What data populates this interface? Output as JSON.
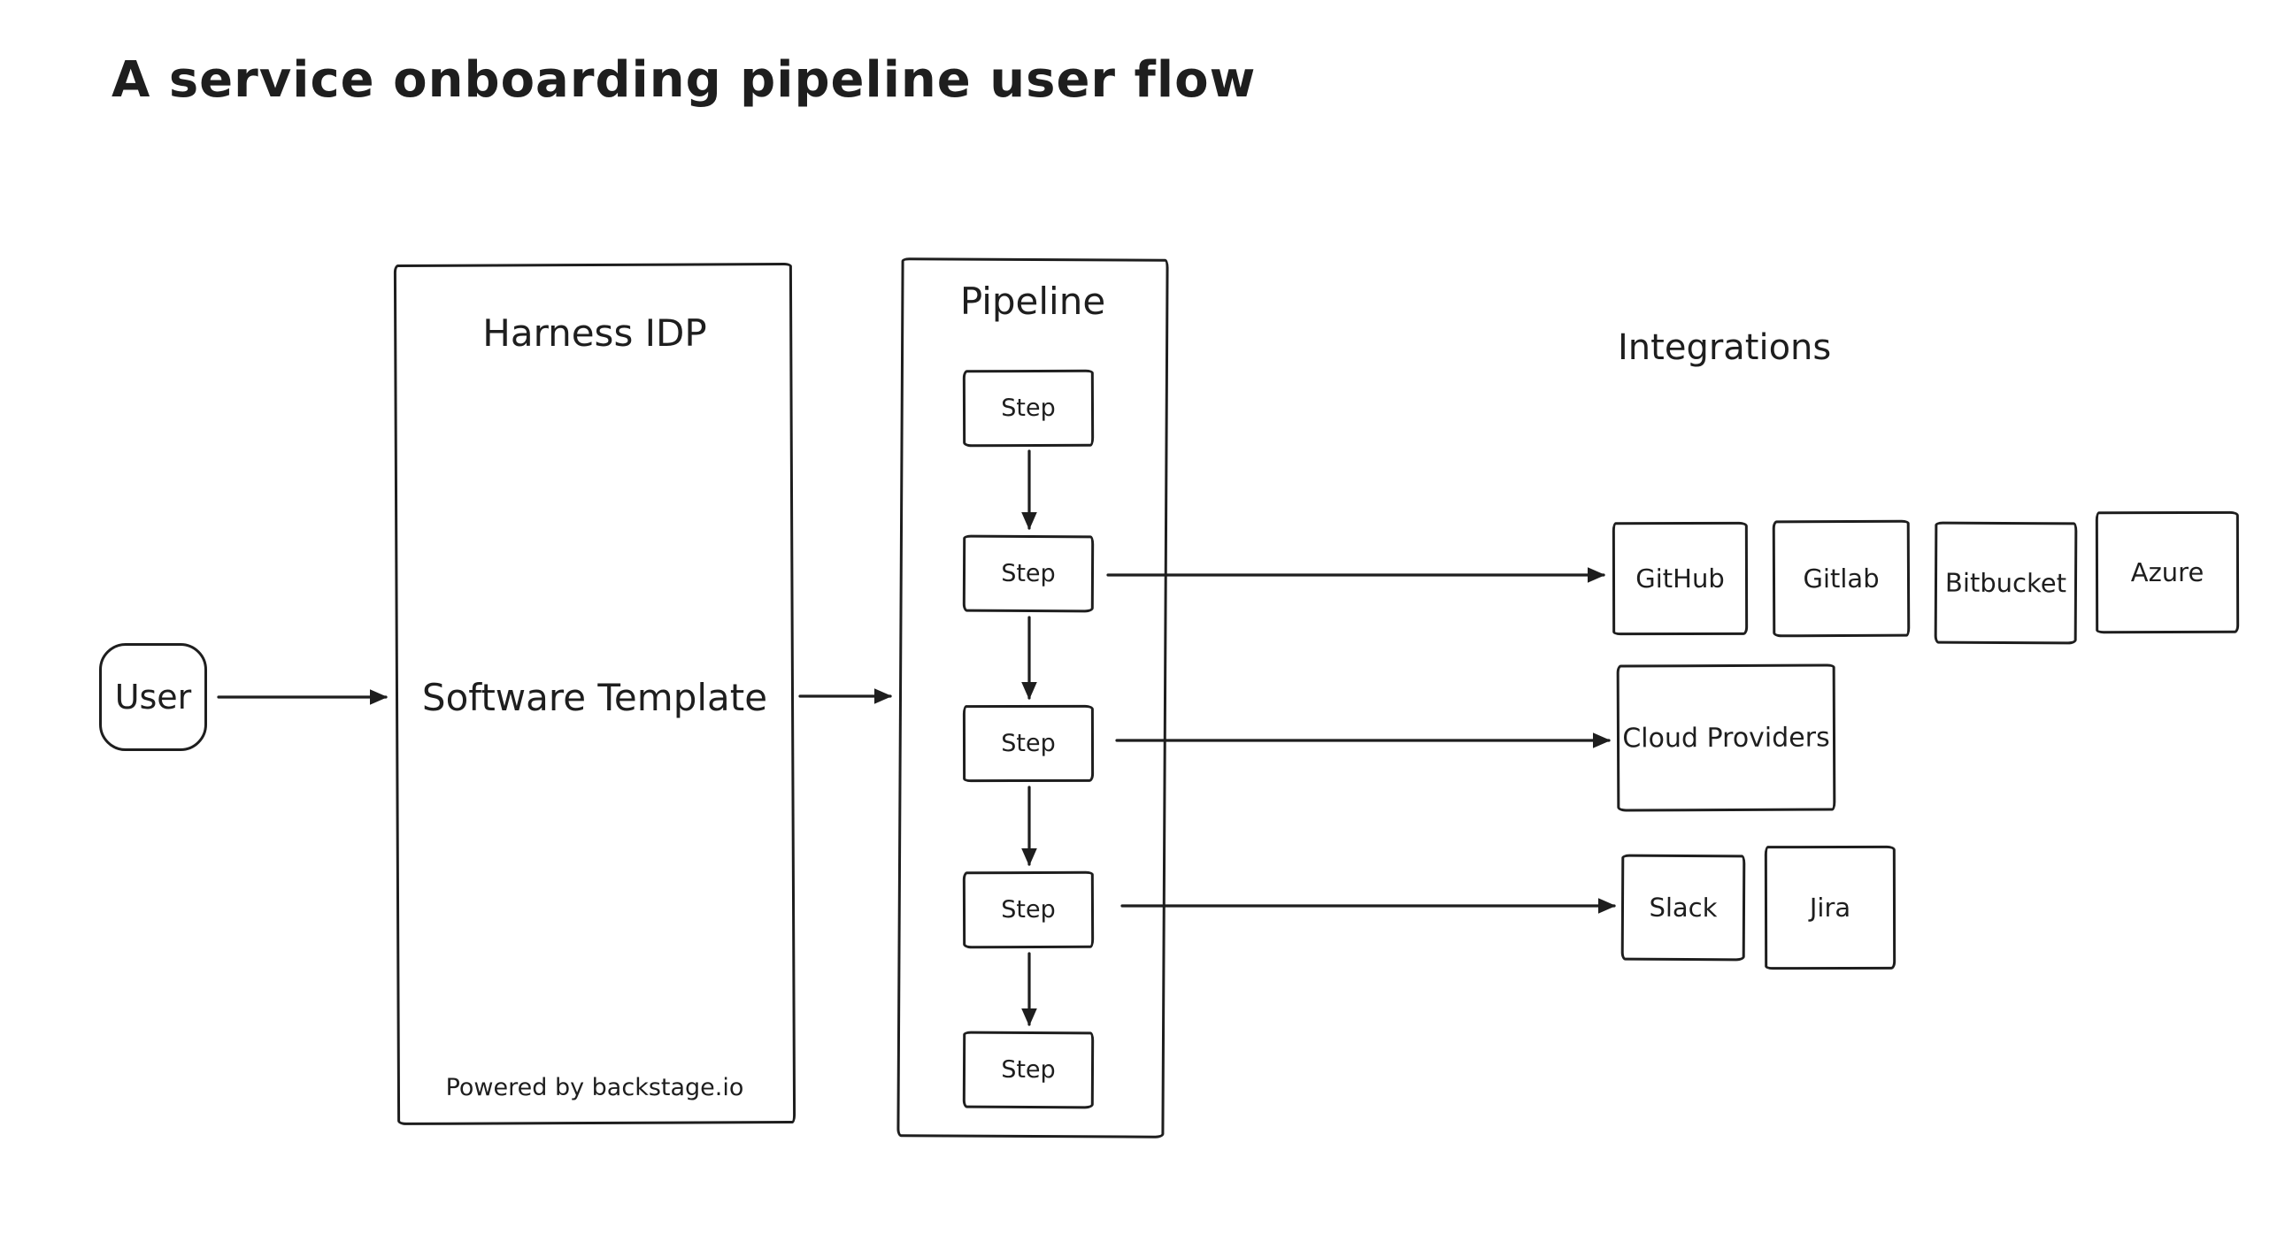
{
  "title": "A service onboarding pipeline user flow",
  "colors": {
    "stroke": "#1e1e1e",
    "background": "#ffffff"
  },
  "nodes": {
    "user": {
      "label": "User"
    },
    "harness": {
      "title": "Harness IDP",
      "body": "Software Template",
      "footer": "Powered by backstage.io"
    },
    "pipeline": {
      "title": "Pipeline",
      "steps": [
        "Step",
        "Step",
        "Step",
        "Step",
        "Step"
      ]
    },
    "integrations": {
      "title": "Integrations",
      "vcs": [
        "GitHub",
        "Gitlab",
        "Bitbucket",
        "Azure"
      ],
      "cloud": "Cloud Providers",
      "tools": [
        "Slack",
        "Jira"
      ]
    }
  }
}
